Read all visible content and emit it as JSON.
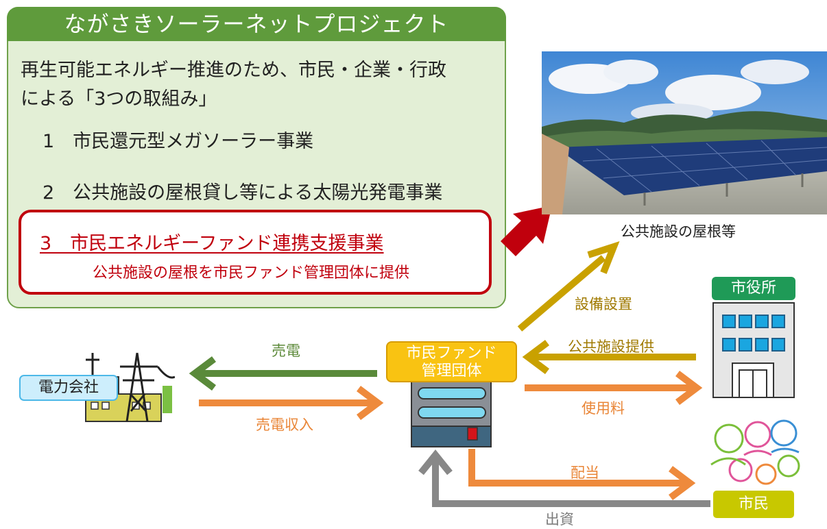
{
  "panel": {
    "title": "ながさきソーラーネットプロジェクト",
    "intro_line1": "再生可能エネルギー推進のため、市民・企業・行政",
    "intro_line2": "による「3つの取組み」",
    "items": [
      {
        "label": "1　市民還元型メガソーラー事業"
      },
      {
        "label": "2　公共施設の屋根貸し等による太陽光発電事業"
      },
      {
        "label": "3　市民エネルギーファンド連携支援事業",
        "sub": "公共施設の屋根を市民ファンド管理団体に提供"
      }
    ]
  },
  "photo": {
    "caption": "公共施設の屋根等"
  },
  "entities": {
    "electric_company": "電力会社",
    "fund_org_line1": "市民ファンド",
    "fund_org_line2": "管理団体",
    "city_hall": "市役所",
    "citizens": "市民"
  },
  "flows": {
    "equipment": "設備設置",
    "public_facility": "公共施設提供",
    "usage_fee": "使用料",
    "sell_power": "売電",
    "sell_income": "売電収入",
    "dividend": "配当",
    "investment": "出資"
  },
  "colors": {
    "panel_header": "#5f9b3c",
    "panel_bg": "#e3efd6",
    "highlight_red": "#c0000d",
    "arrow_brown": "#c9a100",
    "arrow_orange": "#ee8a3c",
    "arrow_green": "#5a8a3a",
    "arrow_gray": "#888888",
    "fund_badge": "#f9c312",
    "city_hall_green": "#1f9a57",
    "citizen_badge": "#c8c800"
  }
}
